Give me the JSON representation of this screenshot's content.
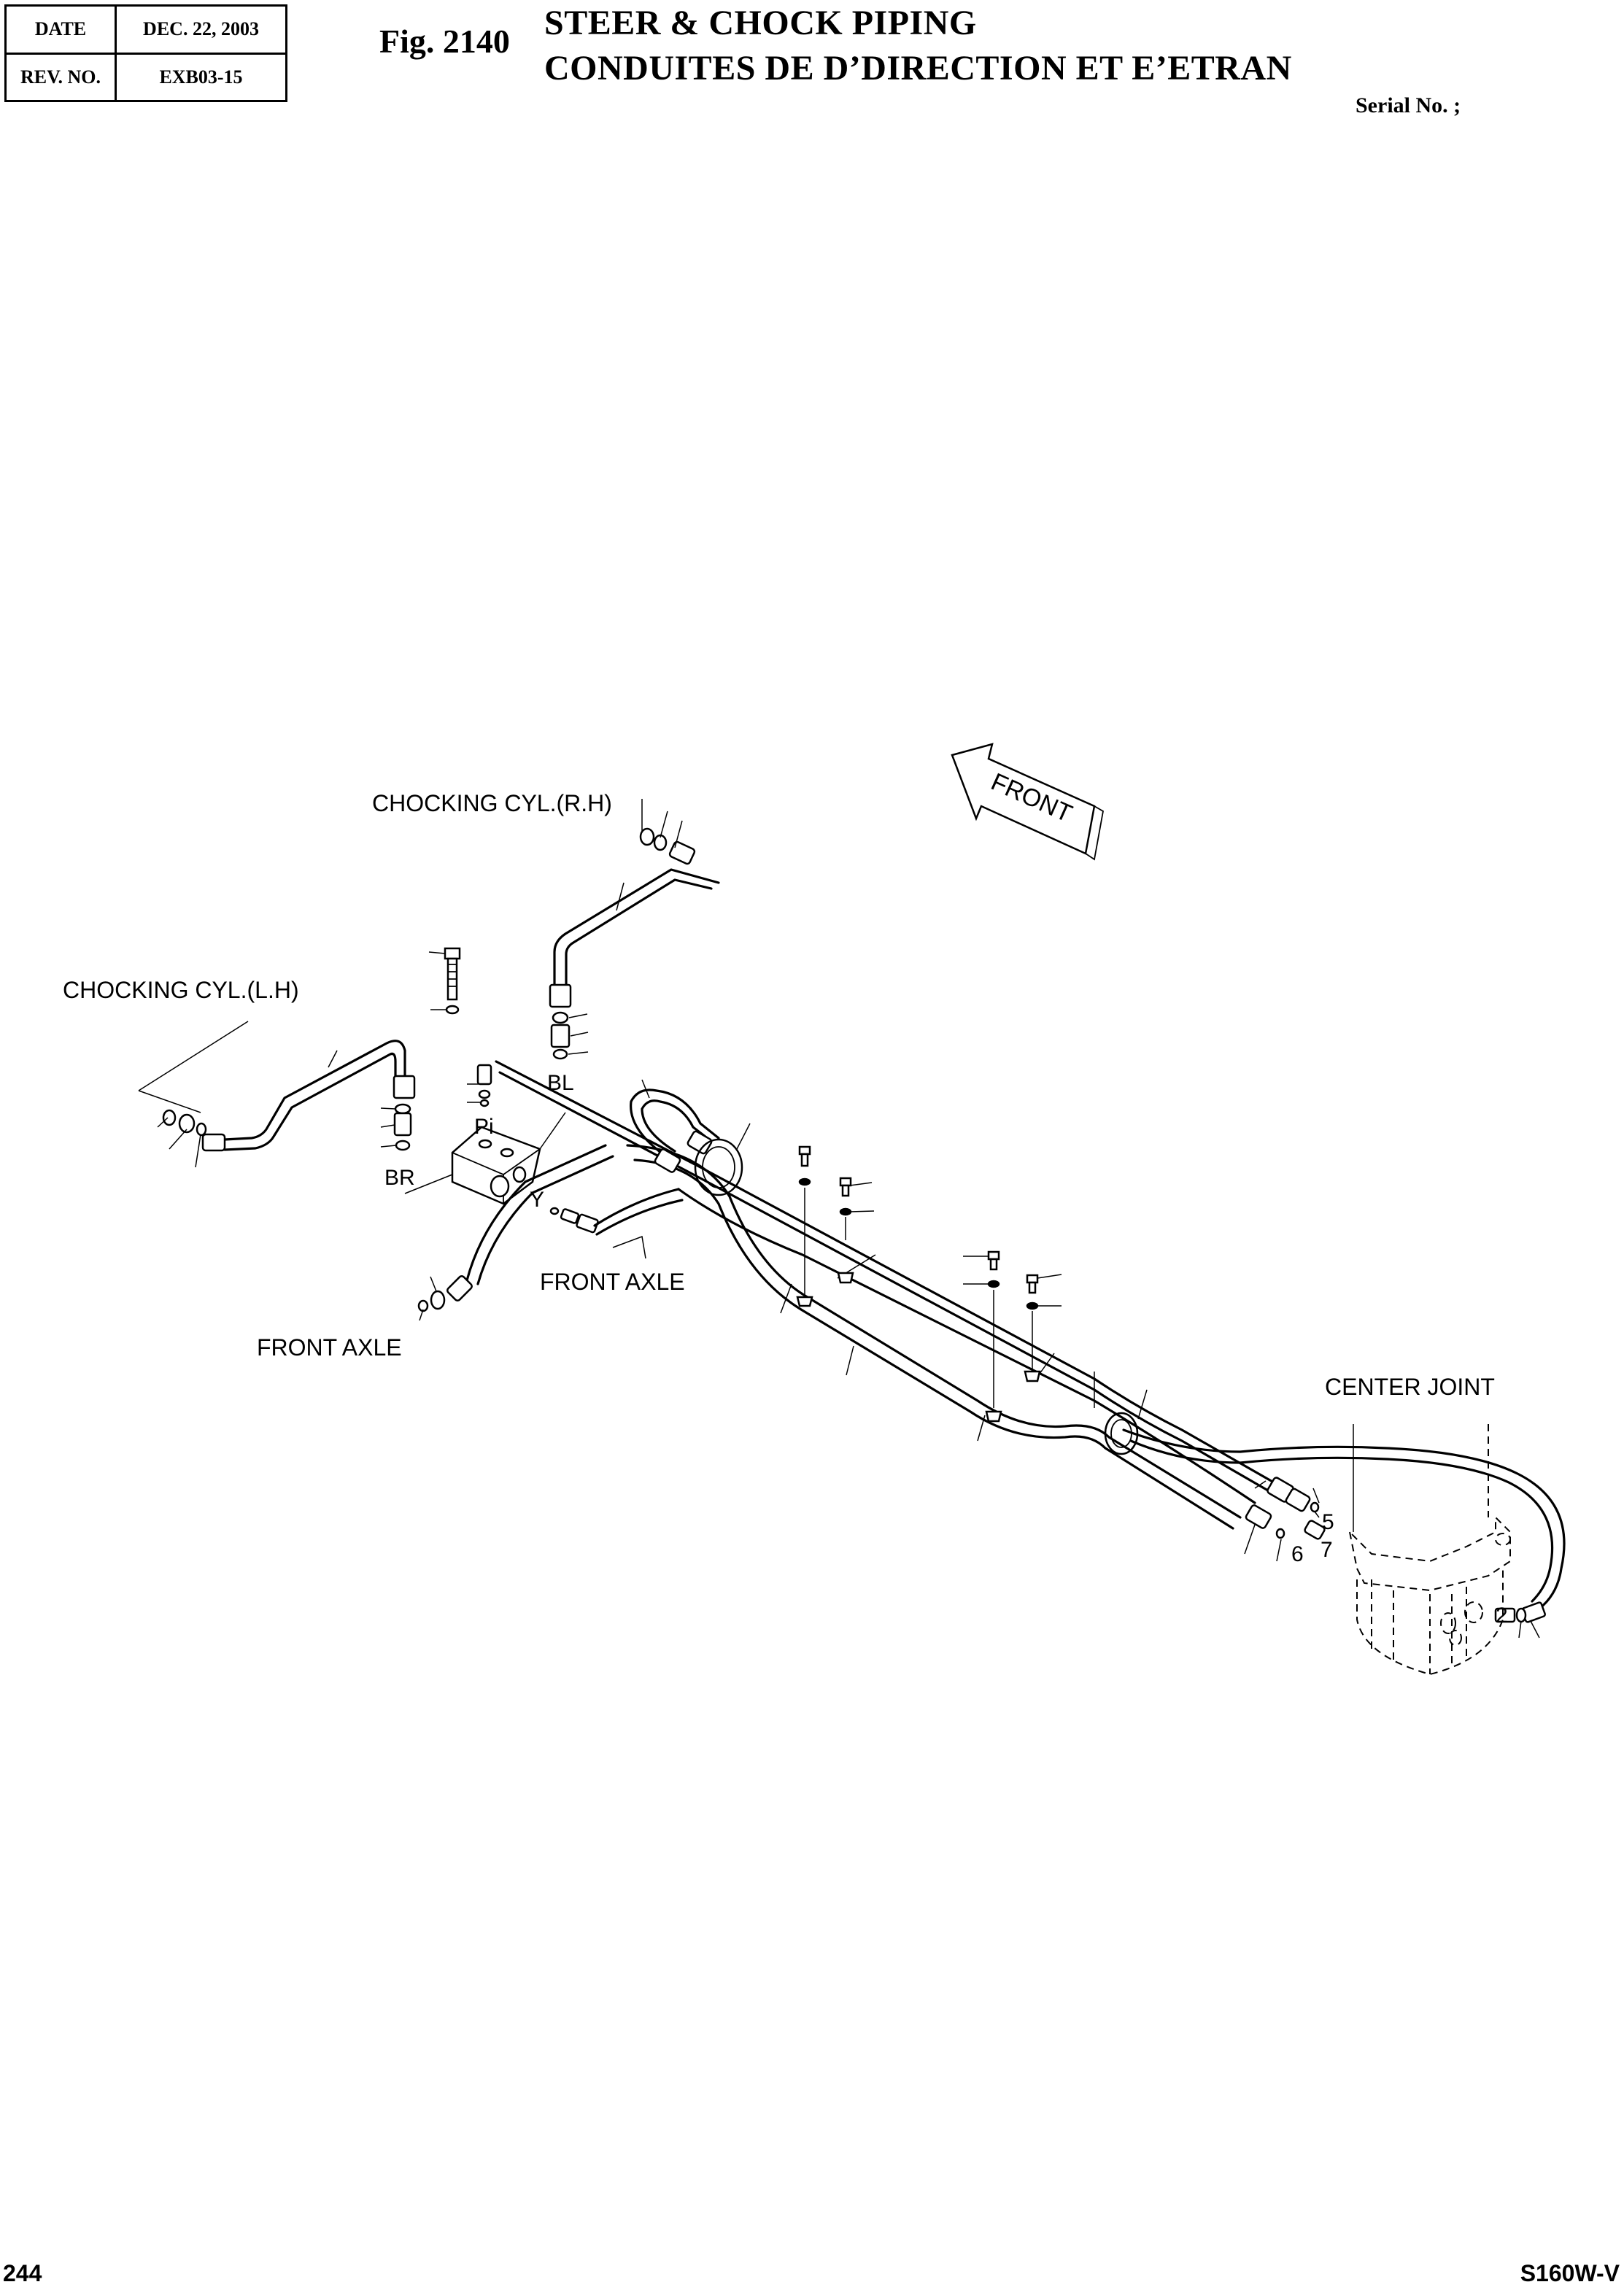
{
  "header": {
    "date_label": "DATE",
    "date_value": "DEC. 22, 2003",
    "rev_label": "REV. NO.",
    "rev_value": "EXB03-15",
    "figure_number": "Fig. 2140",
    "title_en": "STEER & CHOCK PIPING",
    "title_fr": "CONDUITES DE D’DIRECTION ET E’ETRAN",
    "serial": "Serial No. ;"
  },
  "diagram": {
    "labels": {
      "chocking_rh": "CHOCKING CYL.(R.H)",
      "chocking_lh": "CHOCKING CYL.(L.H)",
      "front_arrow": "FRONT",
      "port_bl": "BL",
      "port_pi": "Pi",
      "port_br": "BR",
      "port_y": "Y",
      "front_axle_1": "FRONT AXLE",
      "front_axle_2": "FRONT AXLE",
      "center_joint": "CENTER JOINT"
    },
    "part_numbers": [
      "5",
      "6",
      "7",
      "2"
    ]
  },
  "footer": {
    "page_number": "244",
    "model": "S160W-V"
  }
}
